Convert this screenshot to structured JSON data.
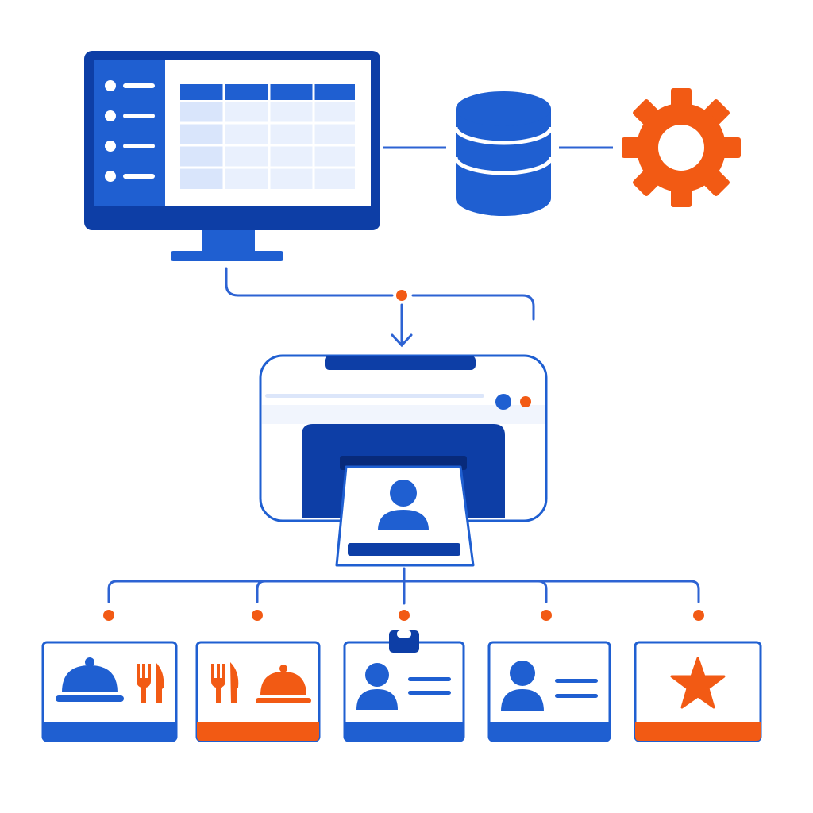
{
  "colors": {
    "primary": "#1f5fd1",
    "dark": "#0d3ea6",
    "light": "#e9f0fd",
    "mid": "#d4e1fb",
    "accent": "#f25a14",
    "line": "#2d63d3",
    "white": "#ffffff"
  },
  "nodes": {
    "monitor": {
      "icon": "monitor-with-table-icon"
    },
    "database": {
      "icon": "database-icon"
    },
    "settings": {
      "icon": "gear-icon"
    },
    "printer": {
      "icon": "card-printer-icon",
      "output": "printed-id-card-icon"
    }
  },
  "cards": [
    {
      "icon": "cloche-and-cutlery-icon",
      "stripe": "primary"
    },
    {
      "icon": "cutlery-and-cloche-icon",
      "stripe": "accent"
    },
    {
      "icon": "id-badge-icon",
      "stripe": "primary"
    },
    {
      "icon": "user-profile-card-icon",
      "stripe": "primary"
    },
    {
      "icon": "star-icon",
      "stripe": "accent"
    }
  ]
}
